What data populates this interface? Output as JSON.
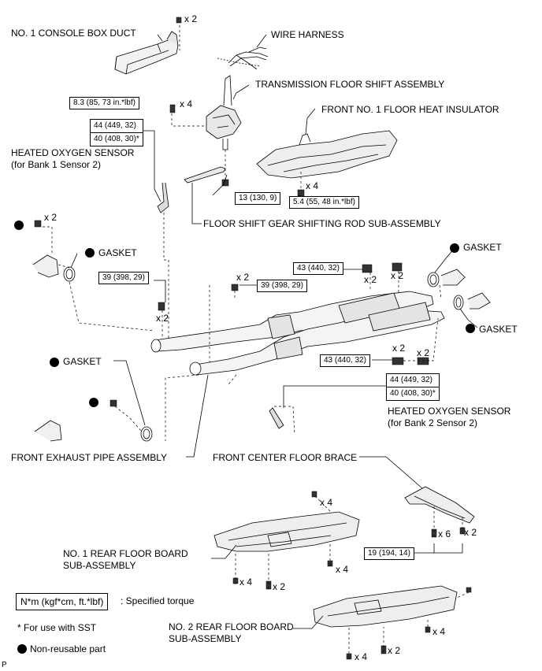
{
  "labels": {
    "console_duct": "NO. 1 CONSOLE BOX DUCT",
    "wire_harness": "WIRE HARNESS",
    "trans_shift": "TRANSMISSION FLOOR SHIFT ASSEMBLY",
    "heat_insulator": "FRONT NO. 1 FLOOR HEAT INSULATOR",
    "o2_bank1_line1": "HEATED OXYGEN SENSOR",
    "o2_bank1_line2": "(for Bank 1 Sensor 2)",
    "shift_rod": "FLOOR SHIFT GEAR SHIFTING ROD SUB-ASSEMBLY",
    "gasket": "GASKET",
    "o2_bank2_line1": "HEATED OXYGEN SENSOR",
    "o2_bank2_line2": "(for Bank 2 Sensor 2)",
    "front_exhaust": "FRONT EXHAUST PIPE ASSEMBLY",
    "center_brace": "FRONT CENTER FLOOR BRACE",
    "rear_board1_line1": "NO. 1 REAR FLOOR BOARD",
    "rear_board1_line2": "SUB-ASSEMBLY",
    "rear_board2_line1": "NO. 2 REAR FLOOR BOARD",
    "rear_board2_line2": "SUB-ASSEMBLY"
  },
  "torques": {
    "t_83": "8.3 (85, 73 in.*lbf)",
    "t_44": "44 (449, 32)",
    "t_40": "40 (408, 30)*",
    "t_13": "13 (130, 9)",
    "t_54": "5.4 (55, 48 in.*lbf)",
    "t_39": "39 (398, 29)",
    "t_43": "43 (440, 32)",
    "t_19": "19 (194, 14)"
  },
  "quantities": {
    "x2": "x 2",
    "x4": "x 4",
    "x6": "x 6"
  },
  "legend": {
    "box_text": "N*m (kgf*cm, ft.*lbf)",
    "box_desc": ": Specified torque",
    "sst_note": "* For use with SST",
    "nonreusable": "Non-reusable part"
  },
  "page_marker": "P"
}
